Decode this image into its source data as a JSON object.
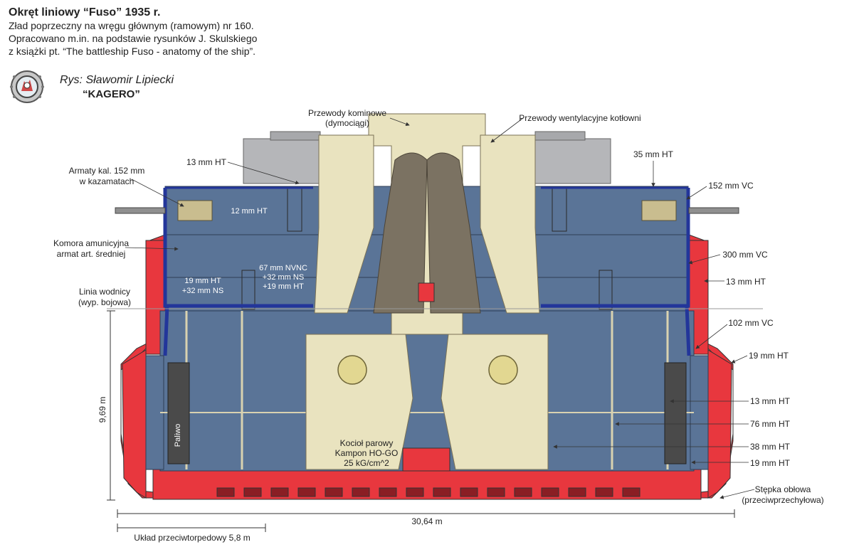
{
  "header": {
    "title": "Okręt liniowy “Fuso” 1935 r.",
    "line1": "Zład poprzeczny na wręgu głównym (ramowym) nr 160.",
    "line2": "Opracowano m.in. na podstawie rysunków J. Skulskiego",
    "line3": "z książki pt. “The battleship Fuso - anatomy of the ship”."
  },
  "credit": {
    "author": "Rys: Sławomir Lipiecki",
    "publisher": "“KAGERO”"
  },
  "labels": {
    "smoke_ducts_1": "Przewody kominowe",
    "smoke_ducts_2": "(dymociągi)",
    "boiler_vent": "Przewody wentylacyjne kotłowni",
    "guns_1": "Armaty kal. 152 mm",
    "guns_2": "w kazamatach",
    "ammo_1": "Komora amunicyjna",
    "ammo_2": "armat art. średniej",
    "waterline_1": "Linia wodnicy",
    "waterline_2": "(wyp. bojowa)",
    "ht13_top": "13 mm HT",
    "ht12": "12 mm HT",
    "ht35": "35 mm HT",
    "vc152": "152 mm VC",
    "vc300": "300 mm VC",
    "ht13_side": "13 mm HT",
    "vc102": "102 mm VC",
    "ht19_side": "19 mm HT",
    "deck_19_a": "19 mm HT",
    "deck_19_b": "+32 mm NS",
    "deck_67_a": "67 mm NVNC",
    "deck_67_b": "+32 mm NS",
    "deck_67_c": "+19 mm HT",
    "ht13_low": "13 mm HT",
    "ht76": "76 mm HT",
    "ht38": "38 mm HT",
    "ht19_low": "19 mm HT",
    "fuel": "Paliwo",
    "boiler_1": "Kocioł parowy",
    "boiler_2": "Kampon HO-GO",
    "boiler_3": "25 kG/cm^2",
    "keel_1": "Stępka obłowa",
    "keel_2": "(przeciwprzechyłowa)",
    "height": "9,69 m",
    "width": "30,64 m",
    "torpedo": "Układ przeciwtorpedowy 5,8 m"
  },
  "colors": {
    "compartment": "#5a7497",
    "armor": "#e8373e",
    "duct": "#e9e3bf",
    "chimney": "#7b7262",
    "superstructure": "#b5b6b9",
    "belt": "#23369a",
    "hull_frame": "#f3efd8"
  }
}
